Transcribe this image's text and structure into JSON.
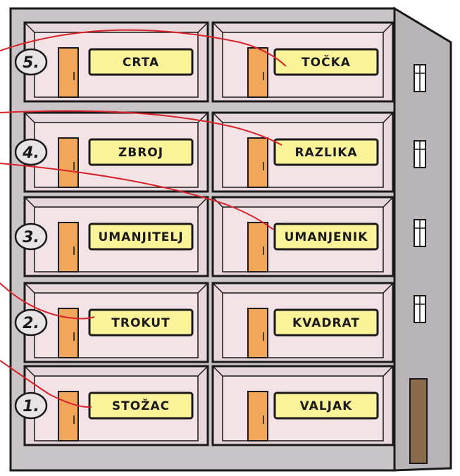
{
  "floors": [
    {
      "number": "5.",
      "left_label": "CRTA",
      "right_label": "TOČKA"
    },
    {
      "number": "4.",
      "left_label": "ZBROJ",
      "right_label": "RAZLIKA"
    },
    {
      "number": "3.",
      "left_label": "UMANJITELJ",
      "right_label": "UMANJENIK"
    },
    {
      "number": "2.",
      "left_label": "TROKUT",
      "right_label": "KVADRAT"
    },
    {
      "number": "1.",
      "left_label": "STOŽAC",
      "right_label": "VALJAK"
    }
  ],
  "colors": {
    "building": "#c9c4c8",
    "room_wall": "#e8d8dc",
    "room_inner": "#f3e3e6",
    "door": "#f2a65a",
    "sign": "#fbf39a",
    "line": "#d8232a",
    "side_wall": "#b9b4b8"
  }
}
